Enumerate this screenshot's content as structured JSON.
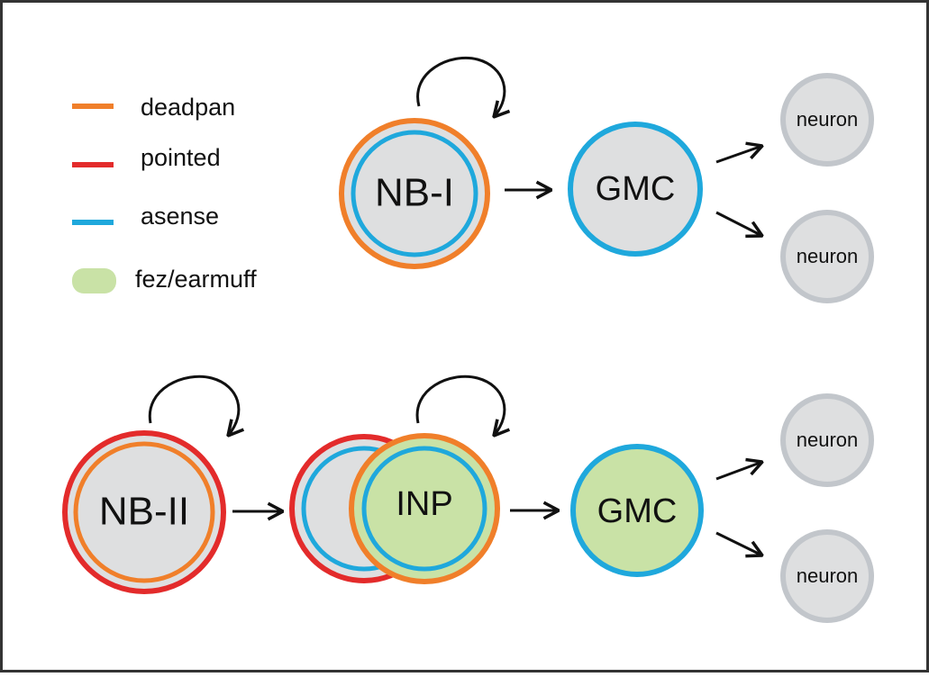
{
  "legend": {
    "items": [
      {
        "label": "deadpan",
        "color": "#f07f2a",
        "kind": "line"
      },
      {
        "label": "pointed",
        "color": "#e32b2b",
        "kind": "line"
      },
      {
        "label": "asense",
        "color": "#1fa8dc",
        "kind": "line"
      },
      {
        "label": "fez/earmuff",
        "color": "#c9e2a6",
        "kind": "fill"
      }
    ]
  },
  "colors": {
    "cell_fill": "#dedfe0",
    "fez_fill": "#c9e2a6",
    "neuron_ring": "#c2c6cb",
    "arrow": "#111111",
    "frame": "#333333"
  },
  "type_one": {
    "nb": {
      "label": "NB-I"
    },
    "gmc": {
      "label": "GMC"
    },
    "neurons": [
      "neuron",
      "neuron"
    ]
  },
  "type_two": {
    "nb": {
      "label": "NB-II"
    },
    "inp": {
      "label": "INP"
    },
    "gmc": {
      "label": "GMC"
    },
    "neurons": [
      "neuron",
      "neuron"
    ]
  }
}
